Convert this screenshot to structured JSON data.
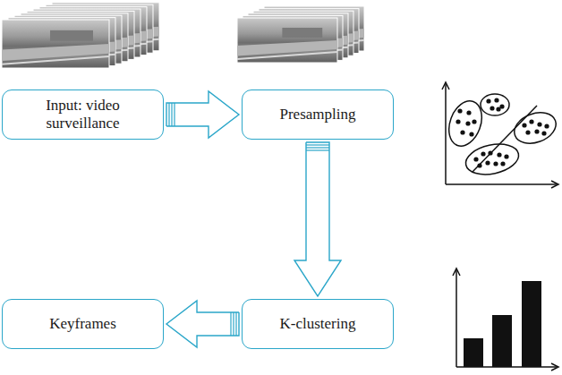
{
  "diagram": {
    "nodes": [
      {
        "text": [
          "Input: video surveillance"
        ]
      },
      {
        "text": [
          "Presampling"
        ]
      },
      {
        "text": [
          "K-clustering"
        ]
      },
      {
        "text": [
          "Keyframes"
        ]
      }
    ],
    "edges": [
      {
        "from": 0,
        "to": 1,
        "arrow": "to"
      },
      {
        "from": 1,
        "to": 2,
        "arrow": "to"
      },
      {
        "from": 2,
        "to": 3,
        "arrow": "to"
      }
    ]
  }
}
